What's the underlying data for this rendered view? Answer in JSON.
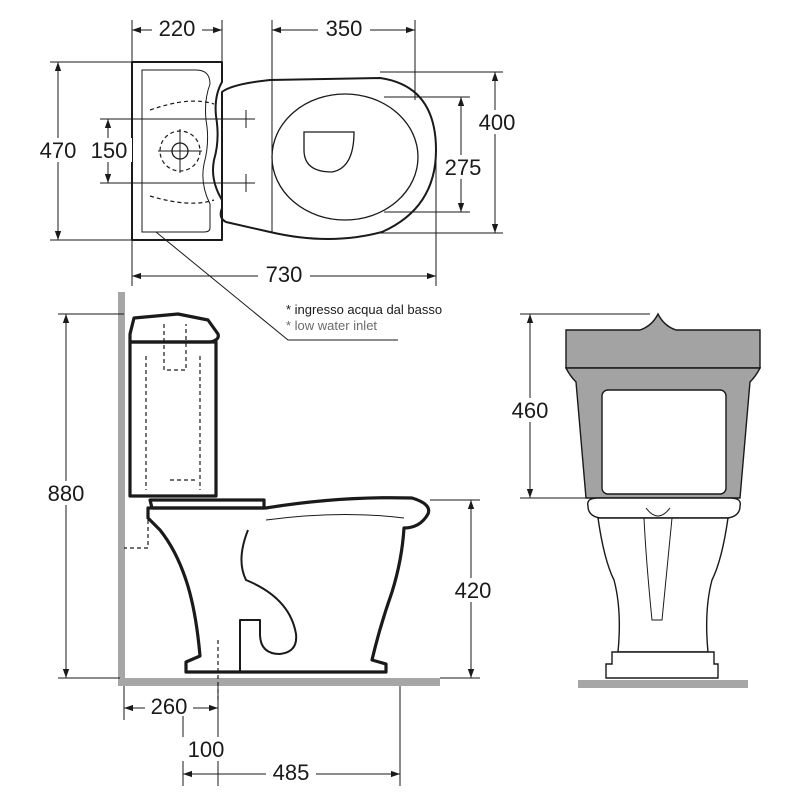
{
  "dimensions": {
    "top_view": {
      "tank_depth": "220",
      "seat_width": "350",
      "total_width": "470",
      "inlet_offset": "150",
      "bowl_width": "400",
      "hole_spacing": "275",
      "total_length": "730"
    },
    "side_view": {
      "total_height": "880",
      "seat_height": "420",
      "inlet_distance": "260",
      "outlet_distance": "100",
      "total_depth": "485"
    },
    "front_view": {
      "tank_height": "460"
    }
  },
  "notes": {
    "water_inlet_it": "* ingresso acqua dal basso",
    "water_inlet_en": "* low water inlet"
  },
  "colors": {
    "line": "#1a1a1a",
    "wall": "#a6a6a6",
    "tank_grey": "#a3a3a3",
    "note_english": "#6b6b6b"
  }
}
